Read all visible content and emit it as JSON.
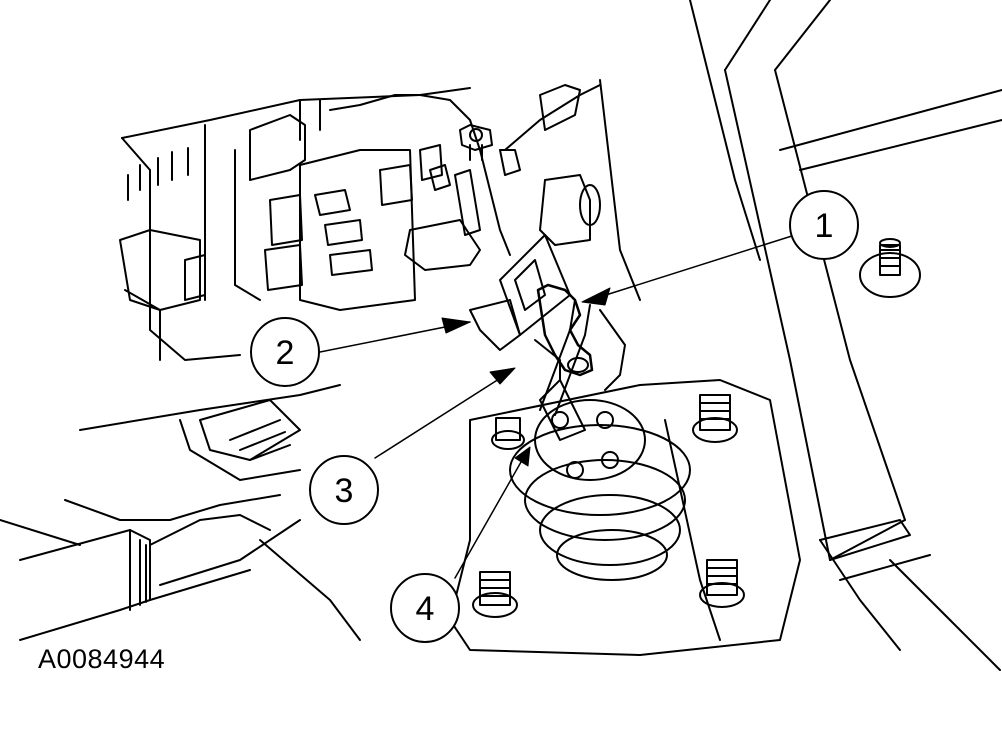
{
  "figure": {
    "id": "A0084944",
    "callouts": [
      {
        "number": "1"
      },
      {
        "number": "2"
      },
      {
        "number": "3"
      },
      {
        "number": "4"
      }
    ]
  }
}
